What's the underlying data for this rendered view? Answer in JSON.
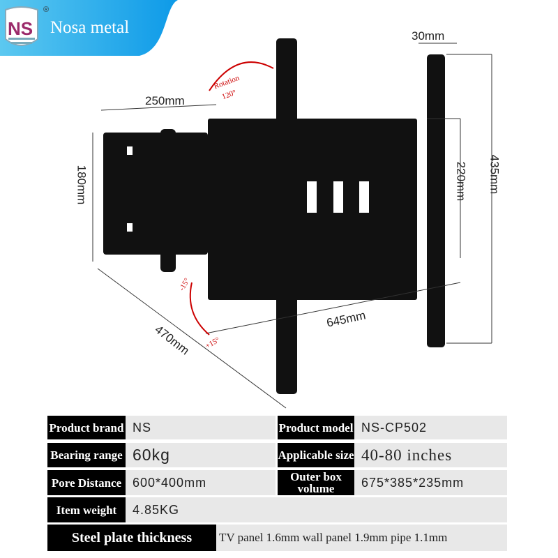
{
  "brand": {
    "name": "Nosa metal",
    "logo_text": "NS",
    "registered": "®"
  },
  "dimensions": {
    "top_width": "30mm",
    "arm_length": "250mm",
    "rotation": "Rotation",
    "rotation_angle": "120°",
    "height_left": "180mm",
    "inner_height": "220mm",
    "total_height": "435mm",
    "total_width": "645mm",
    "depth": "470mm",
    "tilt_up": "-15°",
    "tilt_down": "+15°"
  },
  "specs": {
    "brand_label": "Product brand",
    "brand_value": "NS",
    "model_label": "Product model",
    "model_value": "NS-CP502",
    "bearing_label": "Bearing range",
    "bearing_value": "60kg",
    "size_label": "Applicable size",
    "size_value": "40-80 inches",
    "pore_label": "Pore Distance",
    "pore_value": "600*400mm",
    "box_label": "Outer box volume",
    "box_value": "675*385*235mm",
    "weight_label": "Item weight",
    "weight_value": "4.85KG",
    "steel_label": "Steel plate thickness",
    "steel_value": "TV panel 1.6mm wall panel 1.9mm pipe 1.1mm"
  }
}
